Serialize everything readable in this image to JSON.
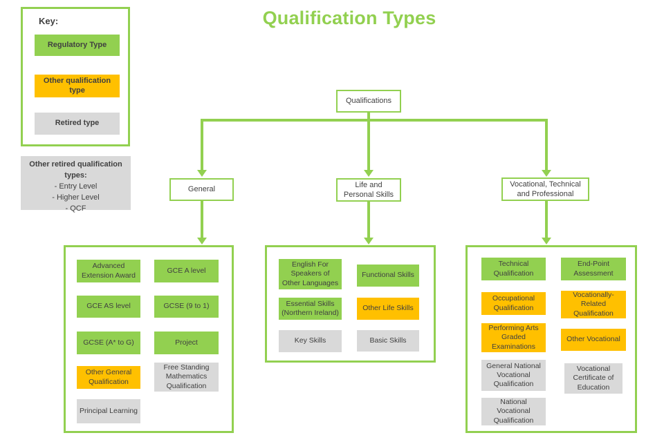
{
  "title": "Qualification Types",
  "colors": {
    "regulatory_green": "#92D050",
    "other_orange": "#FFC000",
    "retired_grey": "#D9D9D9",
    "text": "#404040"
  },
  "key": {
    "heading": "Key:",
    "items": [
      {
        "label": "Regulatory Type",
        "type": "regulatory"
      },
      {
        "label": "Other qualification type",
        "type": "other"
      },
      {
        "label": "Retired type",
        "type": "retired"
      }
    ]
  },
  "retired_note": {
    "heading": "Other retired qualification types:",
    "items": [
      "- Entry Level",
      "- Higher Level",
      "- QCF"
    ]
  },
  "flowchart": {
    "root": {
      "label": "Qualifications"
    },
    "branches": [
      {
        "label": "General",
        "items": [
          {
            "label": "Advanced Extension Award",
            "type": "regulatory"
          },
          {
            "label": "GCE A level",
            "type": "regulatory"
          },
          {
            "label": "GCE AS level",
            "type": "regulatory"
          },
          {
            "label": "GCSE (9 to 1)",
            "type": "regulatory"
          },
          {
            "label": "GCSE (A* to G)",
            "type": "regulatory"
          },
          {
            "label": "Project",
            "type": "regulatory"
          },
          {
            "label": "Other General Qualification",
            "type": "other"
          },
          {
            "label": "Free Standing Mathematics Qualification",
            "type": "retired"
          },
          {
            "label": "Principal Learning",
            "type": "retired"
          }
        ]
      },
      {
        "label": "Life and Personal Skills",
        "items": [
          {
            "label": "English For Speakers of Other Languages",
            "type": "regulatory"
          },
          {
            "label": "Functional Skills",
            "type": "regulatory"
          },
          {
            "label": "Essential Skills (Northern Ireland)",
            "type": "regulatory"
          },
          {
            "label": "Other Life Skills",
            "type": "other"
          },
          {
            "label": "Key Skills",
            "type": "retired"
          },
          {
            "label": "Basic Skills",
            "type": "retired"
          }
        ]
      },
      {
        "label": "Vocational, Technical and Professional",
        "items": [
          {
            "label": "Technical Qualification",
            "type": "regulatory"
          },
          {
            "label": "End-Point Assessment",
            "type": "regulatory"
          },
          {
            "label": "Occupational Qualification",
            "type": "other"
          },
          {
            "label": "Vocationally-Related Qualification",
            "type": "other"
          },
          {
            "label": "Performing Arts Graded Examinations",
            "type": "other"
          },
          {
            "label": "Other Vocational",
            "type": "other"
          },
          {
            "label": "General National Vocational Qualification",
            "type": "retired"
          },
          {
            "label": "Vocational Certificate of Education",
            "type": "retired"
          },
          {
            "label": "National Vocational Qualification",
            "type": "retired"
          }
        ]
      }
    ]
  }
}
